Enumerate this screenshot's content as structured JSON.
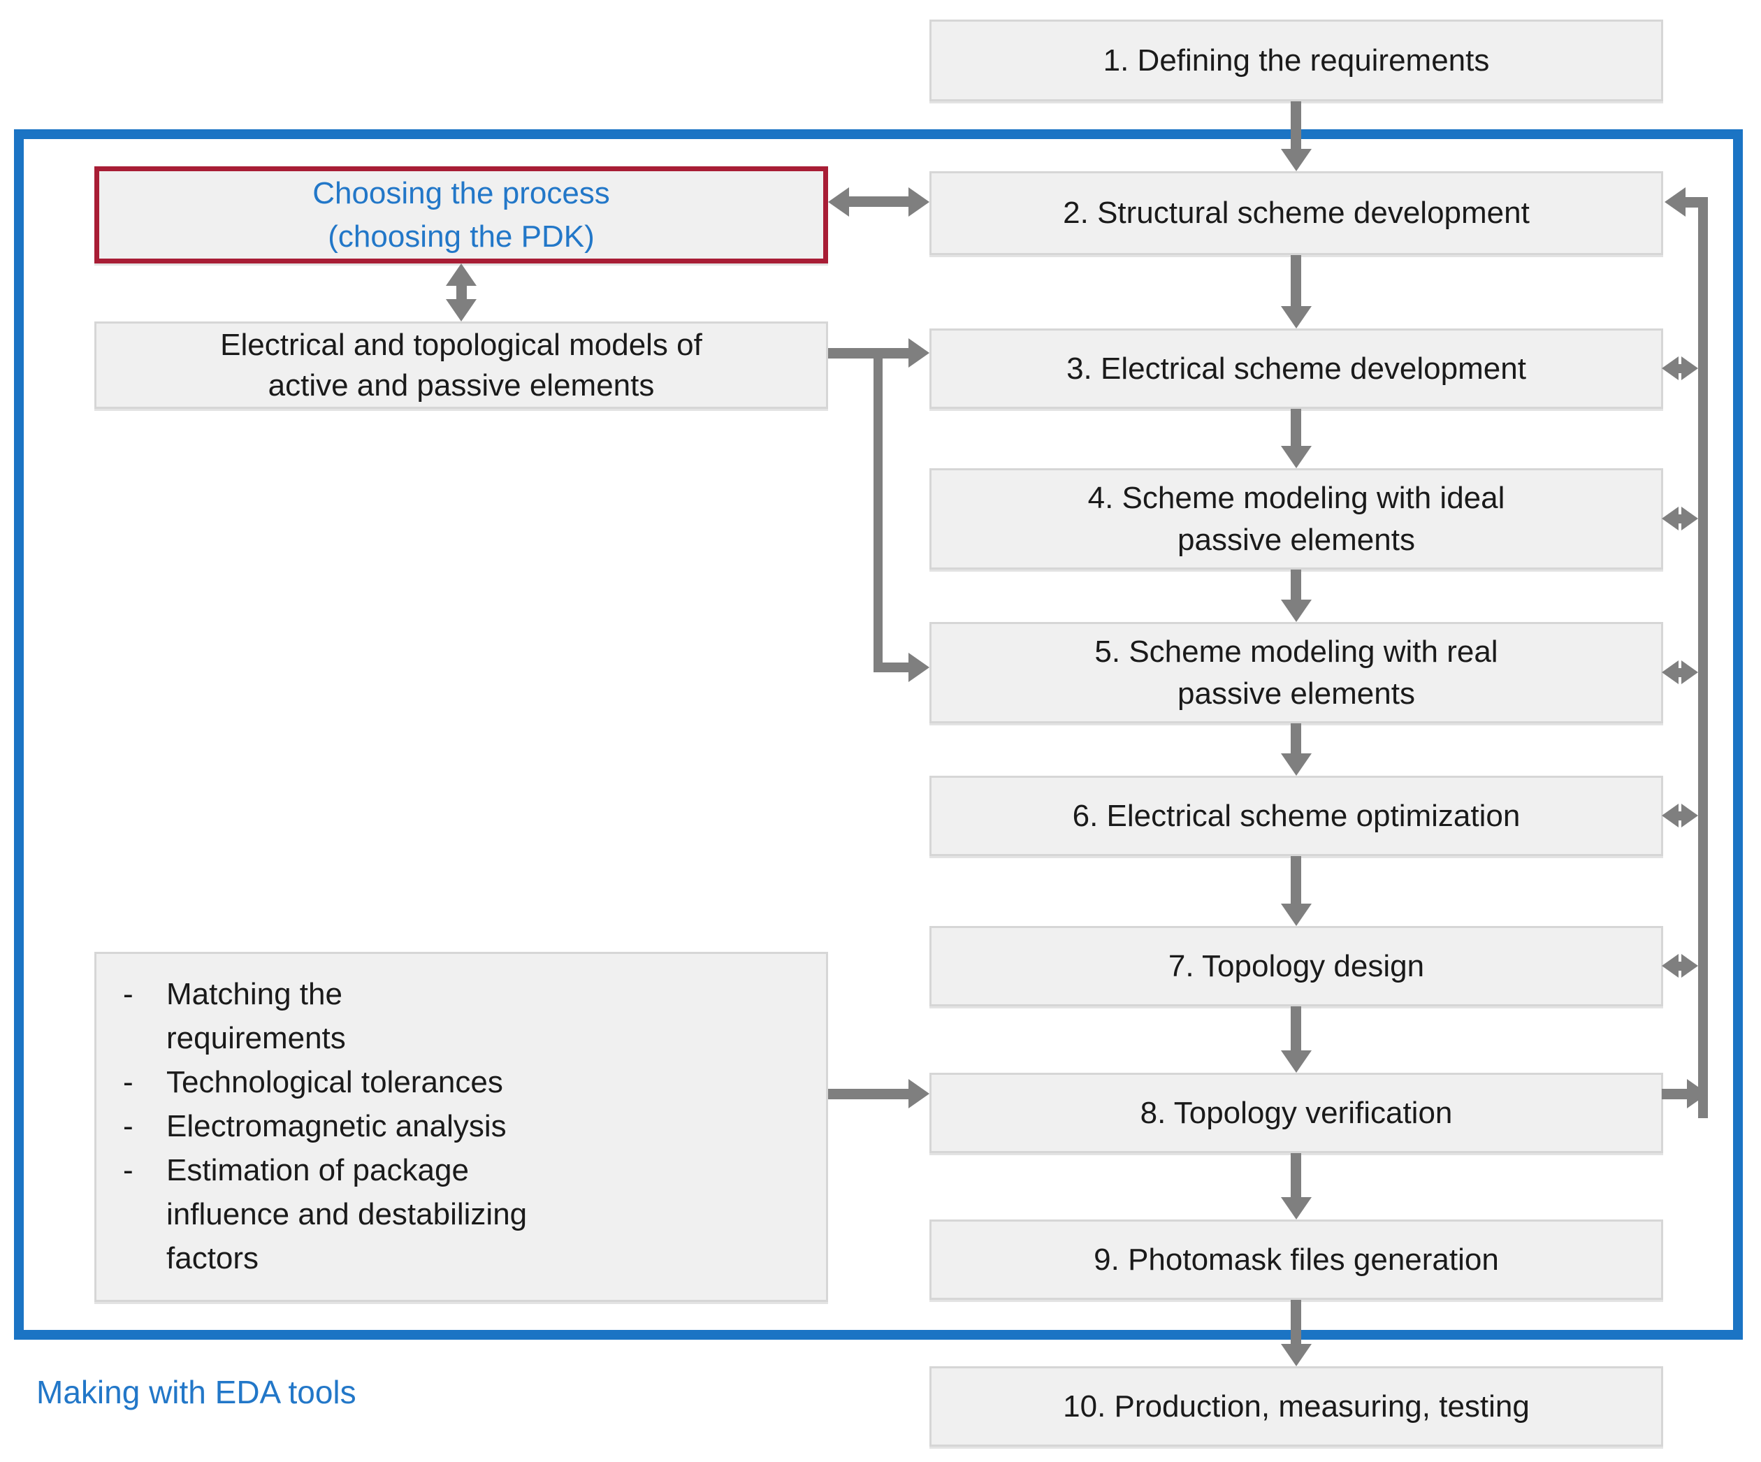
{
  "flow": {
    "steps": [
      {
        "line1": "1. Defining the requirements"
      },
      {
        "line1": "2. Structural scheme development"
      },
      {
        "line1": "3. Electrical scheme development"
      },
      {
        "line1": "4. Scheme modeling with ideal",
        "line2": "passive elements"
      },
      {
        "line1": "5. Scheme modeling with real",
        "line2": "passive elements"
      },
      {
        "line1": "6. Electrical scheme optimization"
      },
      {
        "line1": "7. Topology design"
      },
      {
        "line1": "8. Topology verification"
      },
      {
        "line1": "9. Photomask files generation"
      },
      {
        "line1": "10. Production, measuring, testing"
      }
    ]
  },
  "side": {
    "process_box": {
      "line1": "Choosing the process",
      "line2": "(choosing the PDK)"
    },
    "models_box": {
      "line1": "Electrical and topological models of",
      "line2": "active and passive elements"
    },
    "analysis_box": {
      "bullet": "-",
      "items": [
        {
          "line1": "Matching the",
          "line2": "requirements"
        },
        {
          "line1": "Technological tolerances"
        },
        {
          "line1": "Electromagnetic analysis"
        },
        {
          "line1": "Estimation of package",
          "line2": "influence and destabilizing",
          "line3": "factors"
        }
      ]
    }
  },
  "footer": {
    "label": "Making with EDA tools"
  },
  "colors": {
    "boundary_blue": "#1b74c4",
    "highlight_red": "#a81d35",
    "arrow_gray": "#7f7f7f",
    "box_fill": "#f0f0f0",
    "box_border": "#d6d6d6",
    "blue_text": "#2277c8",
    "black_text": "#1a1a1a"
  }
}
